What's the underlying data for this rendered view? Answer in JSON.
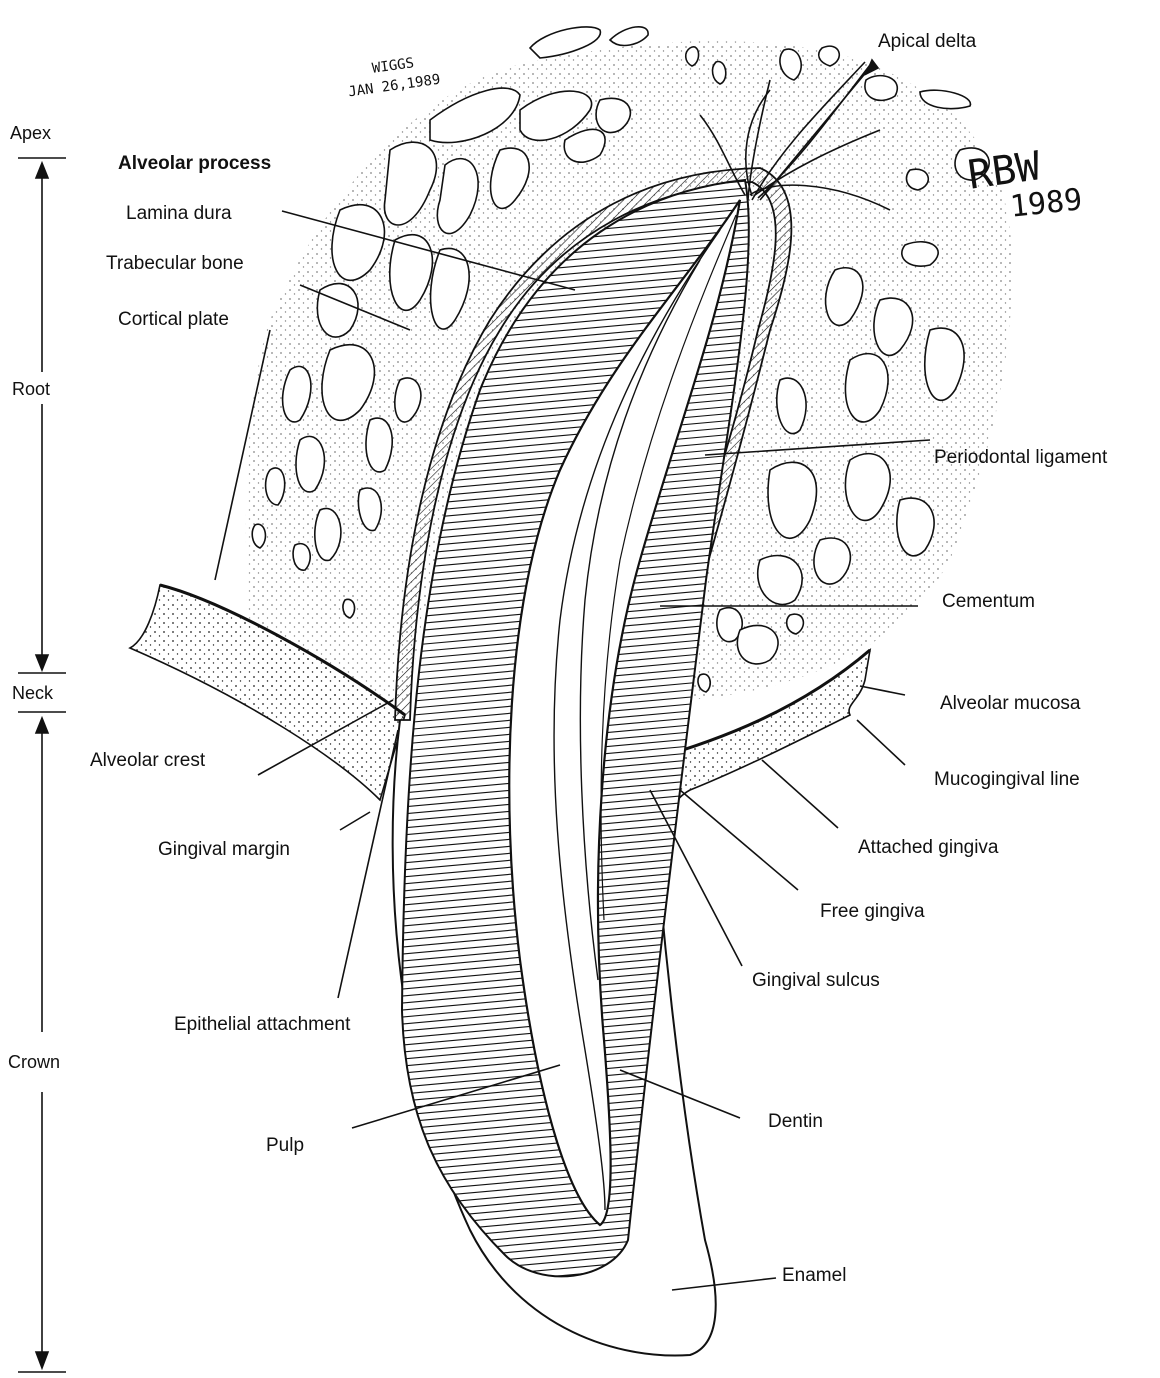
{
  "zones": {
    "apex": "Apex",
    "root": "Root",
    "neck": "Neck",
    "crown": "Crown"
  },
  "labels": {
    "alveolar_process": "Alveolar process",
    "lamina_dura": "Lamina dura",
    "trabecular_bone": "Trabecular bone",
    "cortical_plate": "Cortical plate",
    "apical_delta": "Apical delta",
    "periodontal_ligament": "Periodontal ligament",
    "cementum": "Cementum",
    "alveolar_mucosa": "Alveolar mucosa",
    "mucogingival_line": "Mucogingival line",
    "attached_gingiva": "Attached gingiva",
    "free_gingiva": "Free gingiva",
    "gingival_sulcus": "Gingival sulcus",
    "alveolar_crest": "Alveolar crest",
    "gingival_margin": "Gingival margin",
    "epithelial_attachment": "Epithelial attachment",
    "pulp": "Pulp",
    "dentin": "Dentin",
    "enamel": "Enamel"
  },
  "signatures": {
    "wiggs_name": "WIGGS",
    "wiggs_date": "JAN 26,1989",
    "rbw_initials": "RBW",
    "rbw_year": "1989"
  }
}
